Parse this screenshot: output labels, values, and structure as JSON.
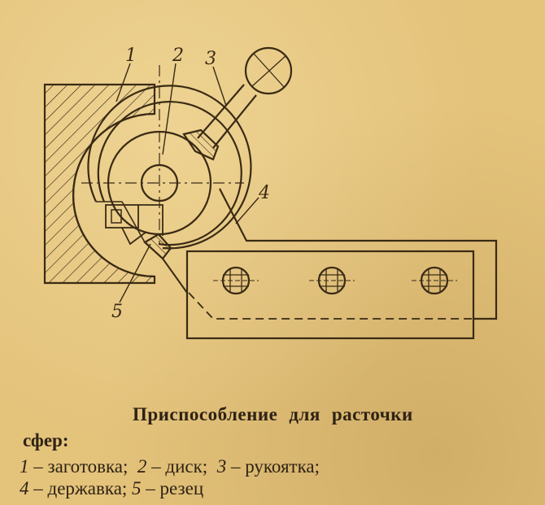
{
  "labels": {
    "part1": "1",
    "part2": "2",
    "part3": "3",
    "part4": "4",
    "part5": "5"
  },
  "caption": {
    "title_words": [
      "Приспособление",
      "для",
      "расточки"
    ],
    "title_cont": "сфер:",
    "legend_line1": [
      {
        "num": "1",
        "text": " – заготовка;  "
      },
      {
        "num": "2",
        "text": " – диск;  "
      },
      {
        "num": "3",
        "text": " – рукоятка;"
      }
    ],
    "legend_line2": [
      {
        "num": "4",
        "text": " – державка; "
      },
      {
        "num": "5",
        "text": " – резец"
      }
    ]
  },
  "colors": {
    "paper": "#e4c37b",
    "ink": "#3a2a14"
  }
}
